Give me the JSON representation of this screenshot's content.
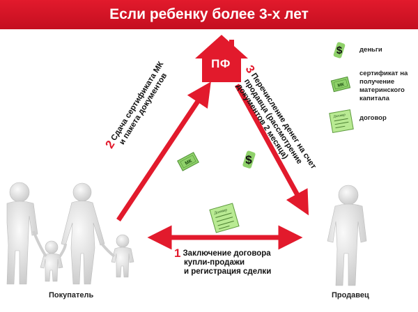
{
  "title": "Если ребенку более 3-х лет",
  "pf_label": "ПФ",
  "step1": {
    "number": "1",
    "line1": "Заключение договора",
    "line2": "купли-продажи",
    "line3": "и регистрация сделки"
  },
  "step2": {
    "number": "2",
    "line1": "Сдача сертификата МК",
    "line2": "и пакета документов"
  },
  "step3": {
    "number": "3",
    "line1": "Перечисление денег на счет",
    "line2": "продавца (рассмотрение",
    "line3": "документов 2 месяца)"
  },
  "buyer_label": "Покупатель",
  "seller_label": "Продавец",
  "legend": {
    "money": "деньги",
    "certificate": "сертификат на получение материнского капитала",
    "contract": "договор"
  },
  "icon_text": {
    "certificate": "МК",
    "contract": "Договор"
  },
  "colors": {
    "accent": "#e21a2c",
    "certificate": "#8fd16a",
    "figure": "#e6e6e6"
  }
}
